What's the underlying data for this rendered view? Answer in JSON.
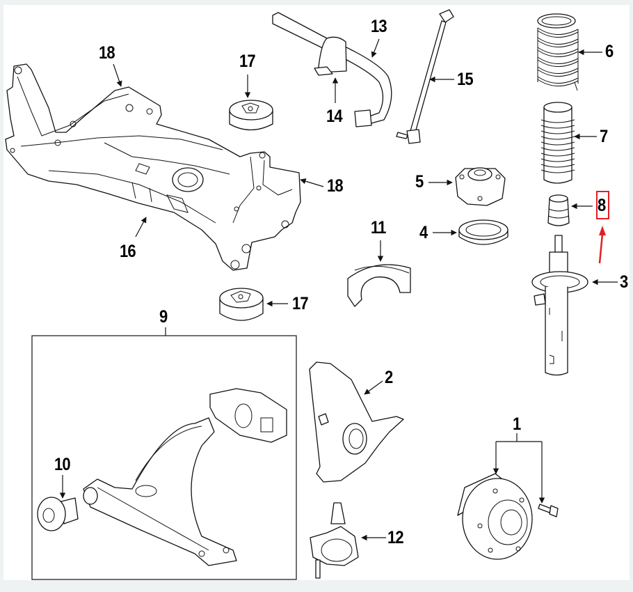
{
  "diagram": {
    "title": "Front Suspension Components",
    "highlight_color": "#e31e24",
    "highlighted_part": "8",
    "callouts": [
      {
        "id": "1",
        "label": "1",
        "part": "hub-and-bearing"
      },
      {
        "id": "2",
        "label": "2",
        "part": "steering-knuckle"
      },
      {
        "id": "3",
        "label": "3",
        "part": "strut-assembly"
      },
      {
        "id": "4",
        "label": "4",
        "part": "strut-bearing"
      },
      {
        "id": "5",
        "label": "5",
        "part": "strut-mount"
      },
      {
        "id": "6",
        "label": "6",
        "part": "coil-spring"
      },
      {
        "id": "7",
        "label": "7",
        "part": "dust-boot"
      },
      {
        "id": "8",
        "label": "8",
        "part": "bump-stop"
      },
      {
        "id": "9",
        "label": "9",
        "part": "lower-control-arm"
      },
      {
        "id": "10",
        "label": "10",
        "part": "control-arm-bushing"
      },
      {
        "id": "11",
        "label": "11",
        "part": "spring-insulator"
      },
      {
        "id": "12",
        "label": "12",
        "part": "ball-joint"
      },
      {
        "id": "13",
        "label": "13",
        "part": "stabilizer-bar"
      },
      {
        "id": "14",
        "label": "14",
        "part": "stabilizer-bushing"
      },
      {
        "id": "15",
        "label": "15",
        "part": "stabilizer-link"
      },
      {
        "id": "16",
        "label": "16",
        "part": "subframe"
      },
      {
        "id": "17a",
        "label": "17",
        "part": "subframe-mount-upper"
      },
      {
        "id": "17b",
        "label": "17",
        "part": "subframe-mount-lower"
      },
      {
        "id": "18a",
        "label": "18",
        "part": "subframe-bracket-left"
      },
      {
        "id": "18b",
        "label": "18",
        "part": "subframe-bracket-right"
      }
    ]
  }
}
